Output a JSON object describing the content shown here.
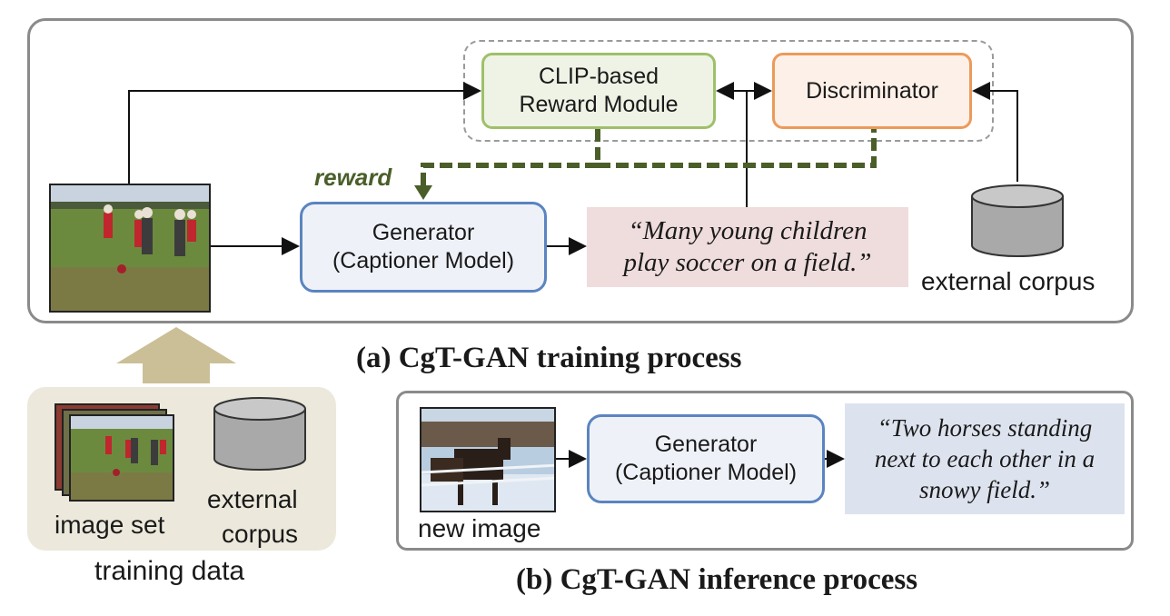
{
  "training": {
    "title": "(a)  CgT-GAN training process",
    "clip_module": [
      "CLIP-based",
      "Reward Module"
    ],
    "discriminator": "Discriminator",
    "generator": [
      "Generator",
      "(Captioner Model)"
    ],
    "reward_label": "reward",
    "caption": [
      "“Many young children",
      "play soccer on a field.”"
    ],
    "corpus_label": "external corpus"
  },
  "training_data": {
    "image_set_label": "image set",
    "corpus_label": [
      "external",
      "corpus"
    ],
    "caption": "training data"
  },
  "inference": {
    "title": "(b)  CgT-GAN inference process",
    "image_label": "new image",
    "generator": [
      "Generator",
      "(Captioner Model)"
    ],
    "caption": [
      "“Two horses standing",
      "next to each other in a",
      "snowy field.”"
    ]
  },
  "colors": {
    "panel_border": "#8a8a8a",
    "clip_border": "#9fc06a",
    "discriminator_border": "#ec9a5a",
    "generator_border": "#5b84c0",
    "reward_arrow": "#4a5e2a",
    "training_data_bg": "#ece9dc"
  },
  "icons": [
    "soccer-photo",
    "horses-photo",
    "database-cylinder-icon",
    "up-arrow-icon"
  ]
}
